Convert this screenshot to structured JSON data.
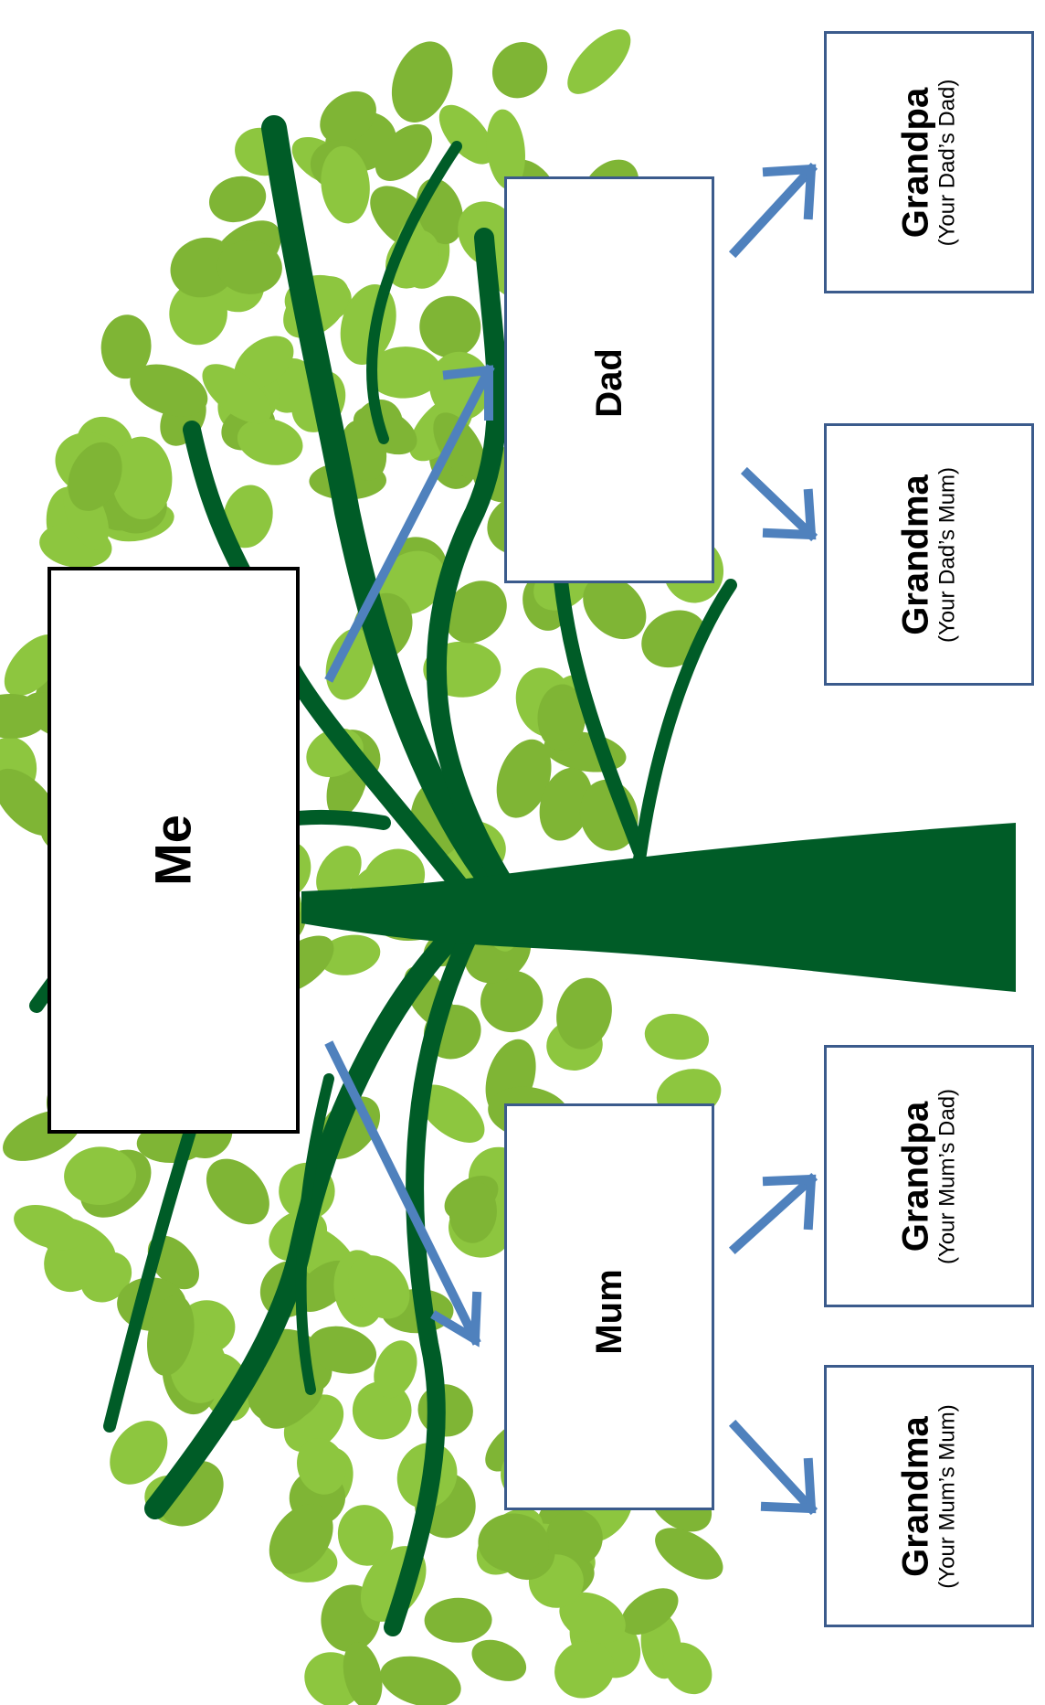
{
  "colors": {
    "trunk": "#005c27",
    "leaf": "#8dc63f",
    "leaf_dark": "#7fb535",
    "arrow": "#4f81bd",
    "box_border": "#3b5b8c",
    "me_border": "#000000"
  },
  "me": {
    "label": "Me"
  },
  "parents": {
    "dad": {
      "label": "Dad"
    },
    "mum": {
      "label": "Mum"
    }
  },
  "grandparents": {
    "dads_dad": {
      "label": "Grandpa",
      "relation": "(Your Dad’s Dad)"
    },
    "dads_mum": {
      "label": "Grandma",
      "relation": "(Your Dad’s Mum)"
    },
    "mums_dad": {
      "label": "Grandpa",
      "relation": "(Your Mum’s Dad)"
    },
    "mums_mum": {
      "label": "Grandma",
      "relation": "(Your Mum’s Mum)"
    }
  }
}
